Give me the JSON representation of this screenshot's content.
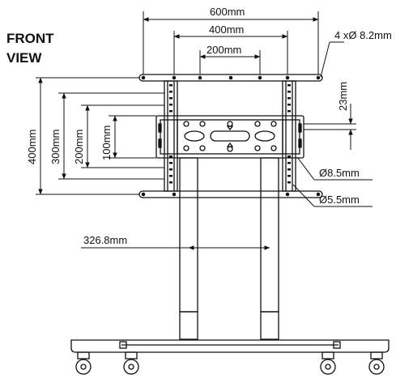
{
  "heading": {
    "line1": "FRONT",
    "line2": "VIEW"
  },
  "dimensions": {
    "width_600": "600mm",
    "width_400": "400mm",
    "width_200": "200mm",
    "bolt_holes": "4 xØ 8.2mm",
    "height_400": "400mm",
    "height_300": "300mm",
    "height_200": "200mm",
    "height_100": "100mm",
    "offset_23": "23mm",
    "hole_85": "Ø8.5mm",
    "hole_55": "Ø5.5mm",
    "pole_spacing": "326.8mm"
  },
  "colors": {
    "line": "#111111",
    "background": "#ffffff"
  }
}
